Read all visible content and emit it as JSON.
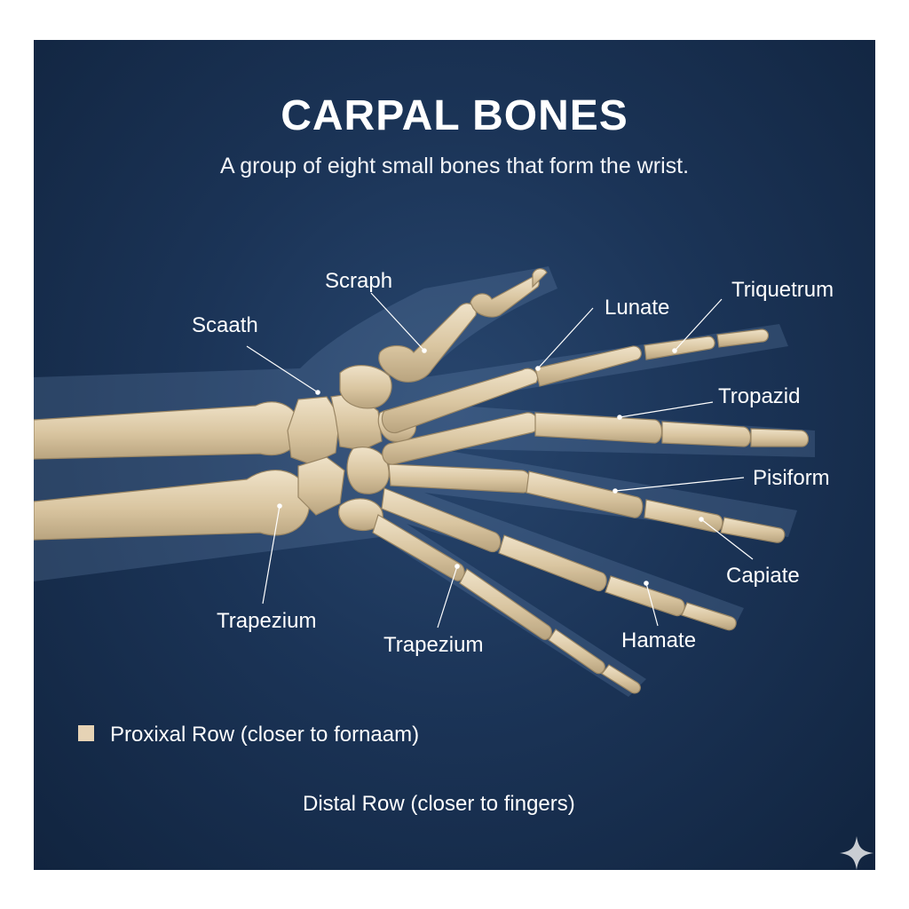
{
  "title": "CARPAL BONES",
  "subtitle": "A group of eight small bones that form the wrist.",
  "labels": {
    "scraph": "Scraph",
    "scaath": "Scaath",
    "lunate": "Lunate",
    "triquetrum": "Triquetrum",
    "tropazid": "Tropazid",
    "pisiform": "Pisiform",
    "capiate": "Capiate",
    "hamate": "Hamate",
    "trapezium_left": "Trapezium",
    "trapezium_right": "Trapezium"
  },
  "legend": {
    "proximal": "Proxixal Row (closer to fornaam)",
    "distal": "Distal Row (closer to fingers)"
  },
  "colors": {
    "background": "#1b3457",
    "bone": "#dcc9a6",
    "swatch": "#e6d3b5",
    "text": "#ffffff"
  }
}
